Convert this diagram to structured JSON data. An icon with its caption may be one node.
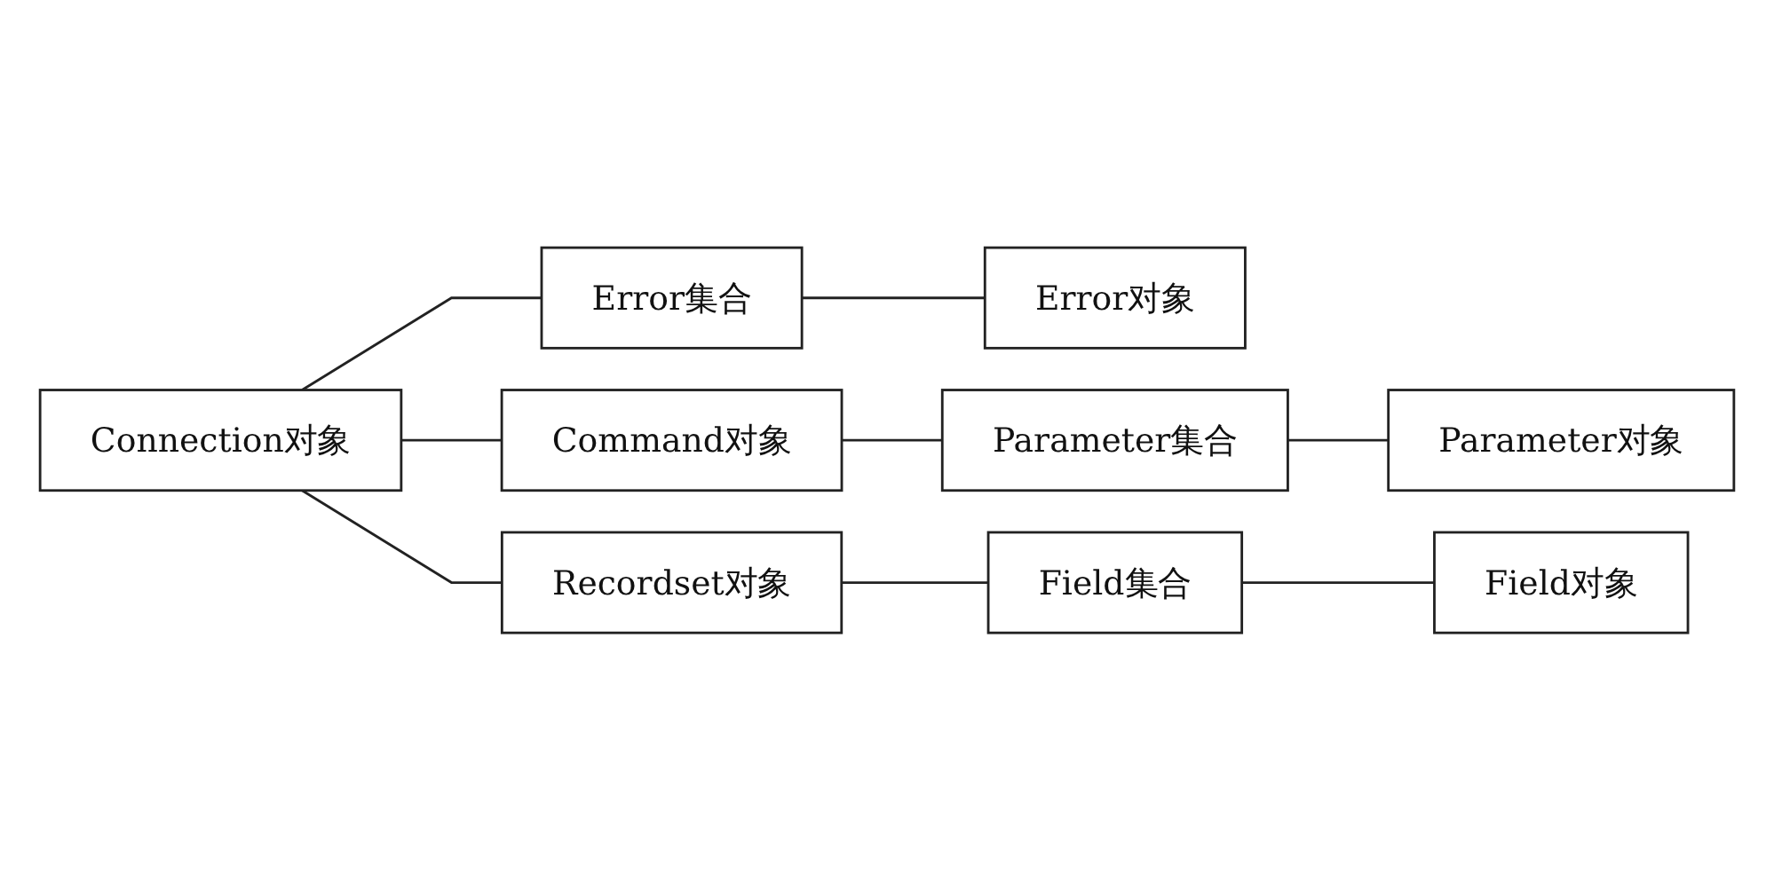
{
  "diagram": {
    "nodes": [
      {
        "text": [
          "Connection对象"
        ]
      },
      {
        "text": [
          "Error集合"
        ]
      },
      {
        "text": [
          "Error对象"
        ]
      },
      {
        "text": [
          "Command对象"
        ]
      },
      {
        "text": [
          "Parameter集合"
        ]
      },
      {
        "text": [
          "Parameter对象"
        ]
      },
      {
        "text": [
          "Recordset对象"
        ]
      },
      {
        "text": [
          "Field集合"
        ]
      },
      {
        "text": [
          "Field对象"
        ]
      }
    ],
    "edges": [
      {
        "from": 0,
        "to": 1,
        "arrow": "none"
      },
      {
        "from": 1,
        "to": 2,
        "arrow": "none"
      },
      {
        "from": 0,
        "to": 3,
        "arrow": "none"
      },
      {
        "from": 3,
        "to": 4,
        "arrow": "none"
      },
      {
        "from": 4,
        "to": 5,
        "arrow": "none"
      },
      {
        "from": 0,
        "to": 6,
        "arrow": "none"
      },
      {
        "from": 6,
        "to": 7,
        "arrow": "none"
      },
      {
        "from": 7,
        "to": 8,
        "arrow": "none"
      }
    ]
  }
}
